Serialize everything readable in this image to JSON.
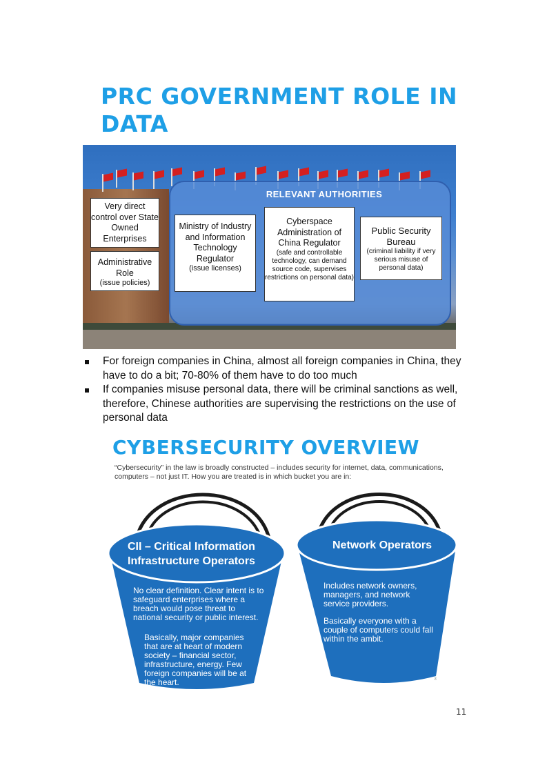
{
  "slide1": {
    "title": "PRC GOVERNMENT ROLE IN DATA",
    "panel_title": "RELEVANT AUTHORITIES",
    "direct_control": "Very direct control over State Owned Enterprises",
    "admin_role": "Administrative Role",
    "admin_sub": "(issue policies)",
    "miit": "Ministry of Industry and Information Technology Regulator",
    "miit_sub": "(issue licenses)",
    "cac": "Cyberspace Administration of China Regulator",
    "cac_sub": "(safe and controllable technology, can demand source code, supervises restrictions on personal data)",
    "psb": "Public Security Bureau",
    "psb_sub": "(criminal liability if very serious misuse of personal data)"
  },
  "bullets": [
    "For foreign companies in China, almost all foreign companies in China, they have to do a bit; 70-80% of them have to do too much",
    "If companies misuse personal data, there will be criminal sanctions as well, therefore, Chinese authorities are supervising the restrictions on the use of personal data"
  ],
  "slide2": {
    "title": "CYBERSECURITY OVERVIEW",
    "intro": "“Cybersecurity” in the law is broadly constructed  – includes security for internet, data, communications, computers  – not just IT. How you are treated is in which bucket you are in:",
    "cii_title": "CII – Critical Information Infrastructure Operators",
    "cii_text1": "No clear definition. Clear intent is to safeguard enterprises where a breach would pose threat to national security or public interest.",
    "cii_text2": "Basically, major companies that are at heart of modern society – financial sector, infrastructure, energy. Few foreign companies will be at the heart.",
    "net_title": "Network Operators",
    "net_text1": "Includes network owners, managers, and network service providers.",
    "net_text2": "Basically everyone with a couple of computers could fall within the ambit.",
    "slide_number": "3"
  },
  "page_number": "11",
  "colors": {
    "title_blue": "#1e9fe6",
    "bucket_blue": "#1e6fbd"
  }
}
